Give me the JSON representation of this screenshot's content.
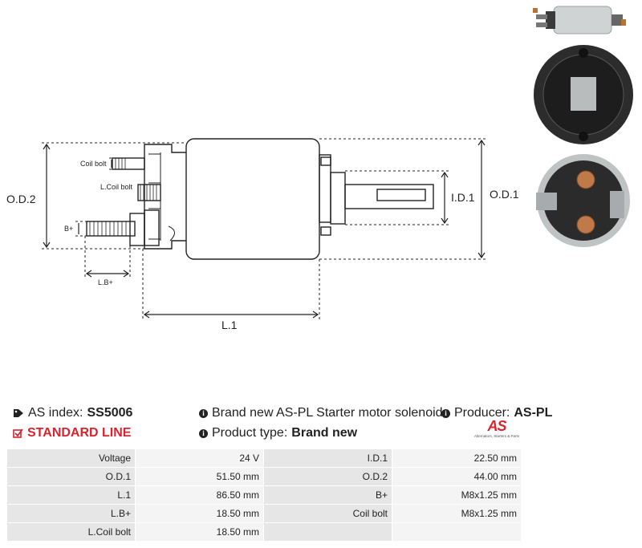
{
  "drawing": {
    "labels": {
      "od2": "O.D.2",
      "od1": "O.D.1",
      "id1": "I.D.1",
      "l1": "L.1",
      "coil_bolt": "Coil bolt",
      "l_coil_bolt": "L.Coil bolt",
      "b_plus": "B+",
      "l_b_plus": "L.B+"
    }
  },
  "info": {
    "as_index_label": "AS index:",
    "as_index_value": "SS5006",
    "standard_line": "STANDARD LINE",
    "description": "Brand new AS-PL Starter motor solenoid",
    "product_type_label": "Product type:",
    "product_type_value": "Brand new",
    "producer_label": "Producer:",
    "producer_value": "AS-PL"
  },
  "logo": {
    "mark": "AS",
    "tagline": "Alternators, Starters & Parts"
  },
  "specs": [
    {
      "l1": "Voltage",
      "v1": "24 V",
      "l2": "I.D.1",
      "v2": "22.50 mm"
    },
    {
      "l1": "O.D.1",
      "v1": "51.50 mm",
      "l2": "O.D.2",
      "v2": "44.00 mm"
    },
    {
      "l1": "L.1",
      "v1": "86.50 mm",
      "l2": "B+",
      "v2": "M8x1.25 mm"
    },
    {
      "l1": "L.B+",
      "v1": "18.50 mm",
      "l2": "Coil bolt",
      "v2": "M8x1.25 mm"
    },
    {
      "l1": "L.Coil bolt",
      "v1": "18.50 mm",
      "l2": "",
      "v2": ""
    }
  ]
}
